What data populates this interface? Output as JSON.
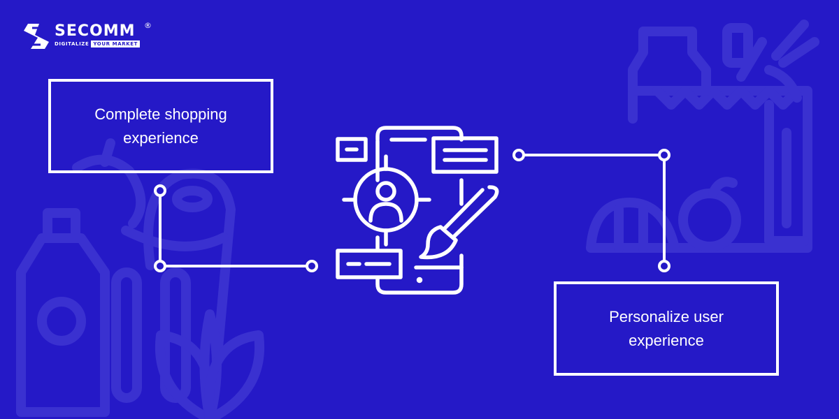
{
  "brand": {
    "name": "SECOMM",
    "registered": "®",
    "tagline_part1": "DIGITALIZE",
    "tagline_part2": "YOUR MARKET"
  },
  "nodes": {
    "left": {
      "line1": "Complete shopping",
      "line2": "experience"
    },
    "right": {
      "line1": "Personalize user",
      "line2": "experience"
    }
  },
  "icons": {
    "center": "personalization-target-icon",
    "background_left": "grocery-bottle-bread-leaves-icon",
    "background_right": "grocery-bag-icon"
  },
  "colors": {
    "background": "#2519c7",
    "foreground": "#ffffff",
    "watermark": "#3a31d0"
  }
}
